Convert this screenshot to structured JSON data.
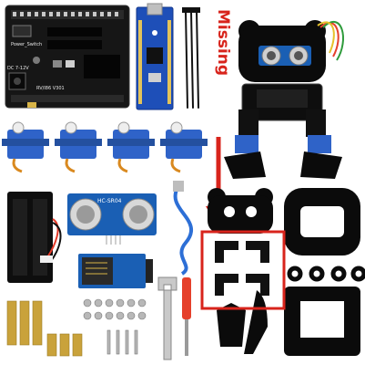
{
  "annotation": {
    "text": "Missing",
    "color": "#d8241c"
  },
  "shield_board": {
    "labels": [
      "Power_Switch",
      "DC 7-12V",
      "RV/I86 V301"
    ]
  },
  "sensor": {
    "label": "HC-SR04"
  },
  "colors": {
    "acrylic": "#0b0b0b",
    "board_dark": "#1b1b1b",
    "nano_blue": "#1e4fb8",
    "servo_blue": "#2f63c8",
    "brass": "#c9a23b",
    "highlight": "#d8241c"
  },
  "icons": [
    "servo-icon",
    "battery-holder-icon",
    "arrow-down-icon",
    "screwdriver-icon",
    "wrench-icon",
    "bear-head-icon"
  ]
}
